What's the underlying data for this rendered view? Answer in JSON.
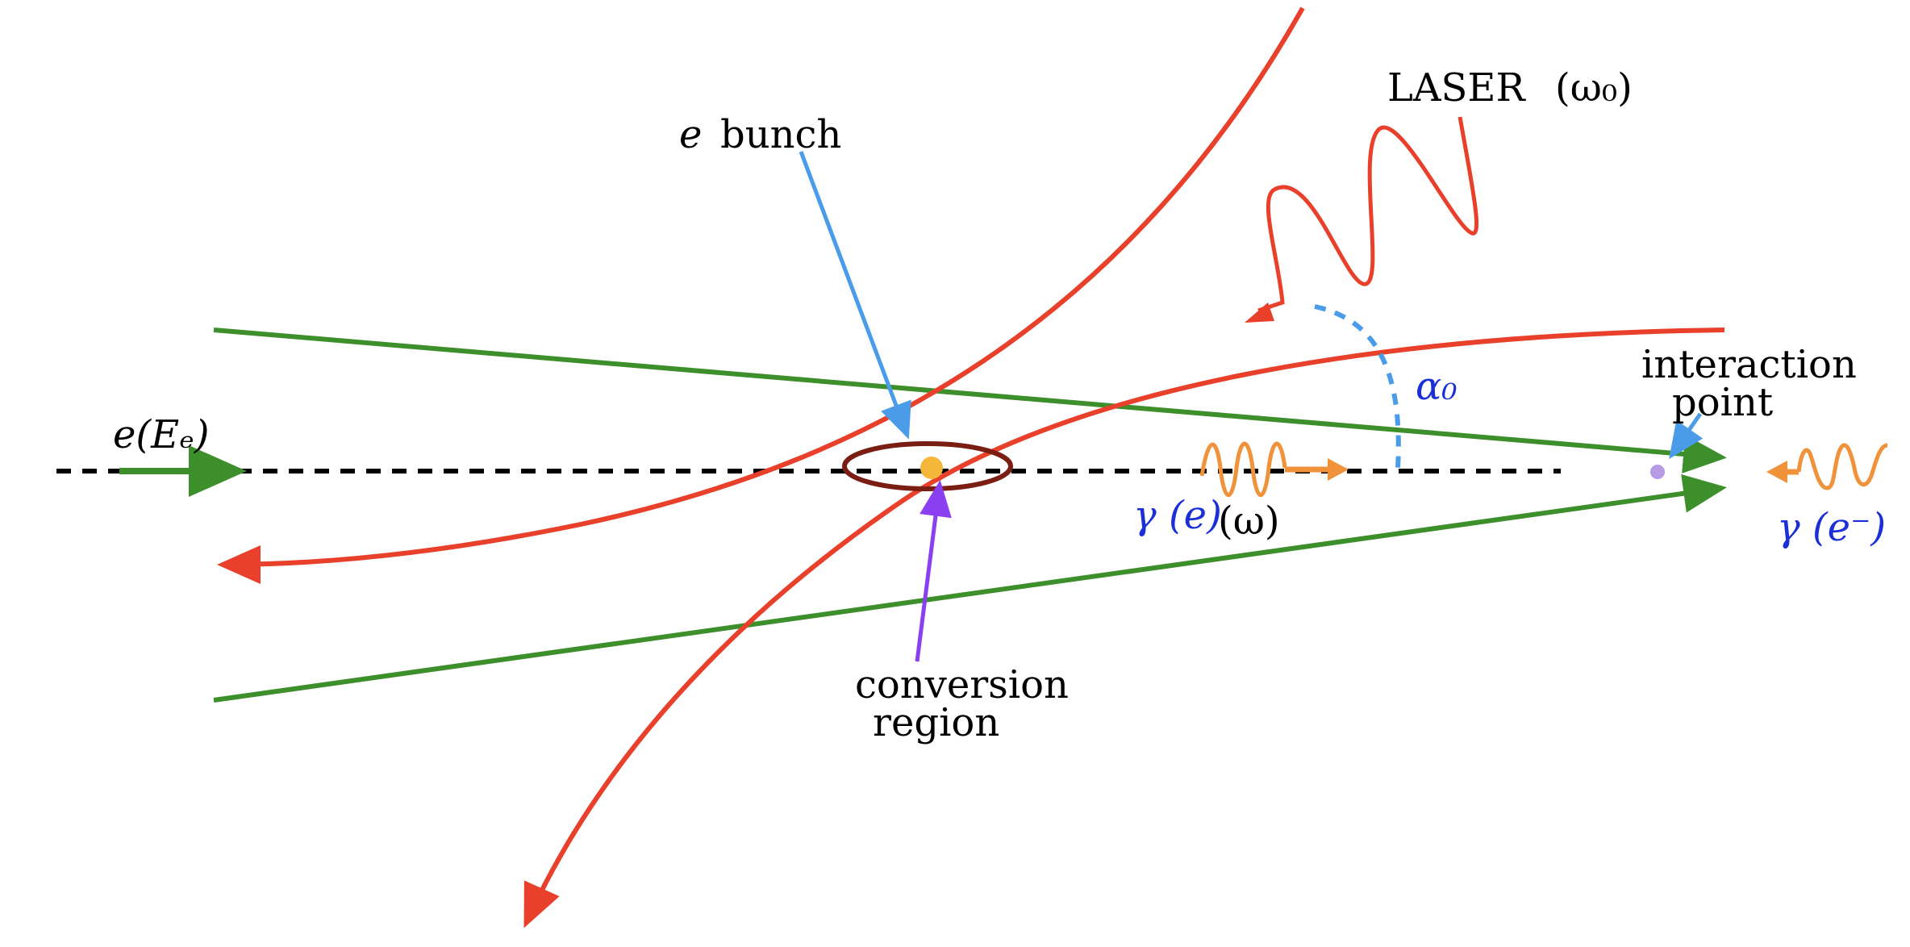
{
  "labels": {
    "laser": "LASER",
    "omega0": "(ω₀)",
    "e_bunch_e": "e",
    "e_bunch_word": "bunch",
    "e_energy": "e(Eₑ)",
    "alpha0": "α₀",
    "interaction_line1": "interaction",
    "interaction_line2": "point",
    "conversion_line1": "conversion",
    "conversion_line2": "region",
    "gamma_e": "γ (e)",
    "omega": "(ω)",
    "gamma_eminus": "γ (e⁻)"
  },
  "colors": {
    "laser_beam": "#e8402a",
    "electron_beam": "#3d8f2c",
    "photon": "#f0923a",
    "angle": "#4a9be8",
    "pointer_blue": "#4a9be8",
    "pointer_purple": "#8a3ff0",
    "bunch_ellipse": "#7a1e14",
    "bunch_dot": "#f5b73a",
    "ip_dot": "#b79be6",
    "math_blue": "#1a2fd6",
    "axis": "#000000"
  }
}
